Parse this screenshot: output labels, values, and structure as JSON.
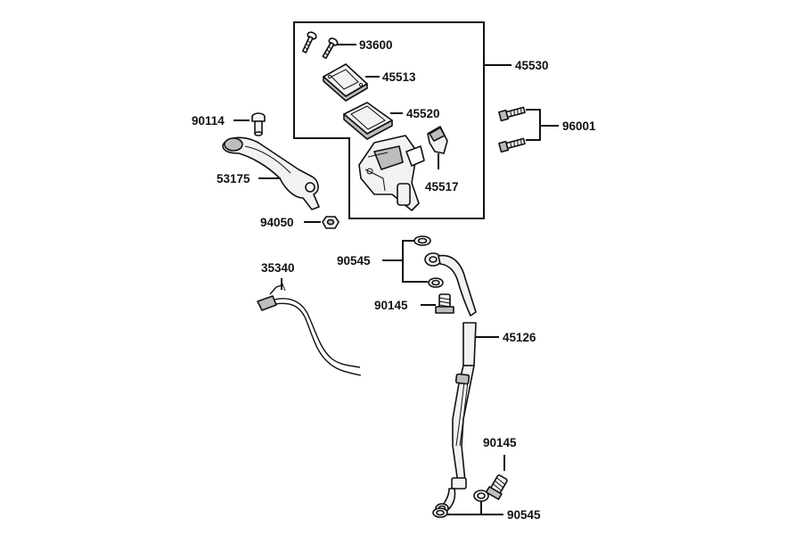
{
  "labels": {
    "screw_93600": "93600",
    "cap_45513": "45513",
    "diaphragm_45520": "45520",
    "master_cylinder_45530": "45530",
    "bolt_96001": "96001",
    "cover_45517": "45517",
    "bolt_90114": "90114",
    "lever_53175": "53175",
    "nut_94050": "94050",
    "switch_35340": "35340",
    "washer_90545_top": "90545",
    "bolt_90145_top": "90145",
    "hose_45126": "45126",
    "bolt_90145_bottom": "90145",
    "washer_90545_bottom": "90545"
  }
}
